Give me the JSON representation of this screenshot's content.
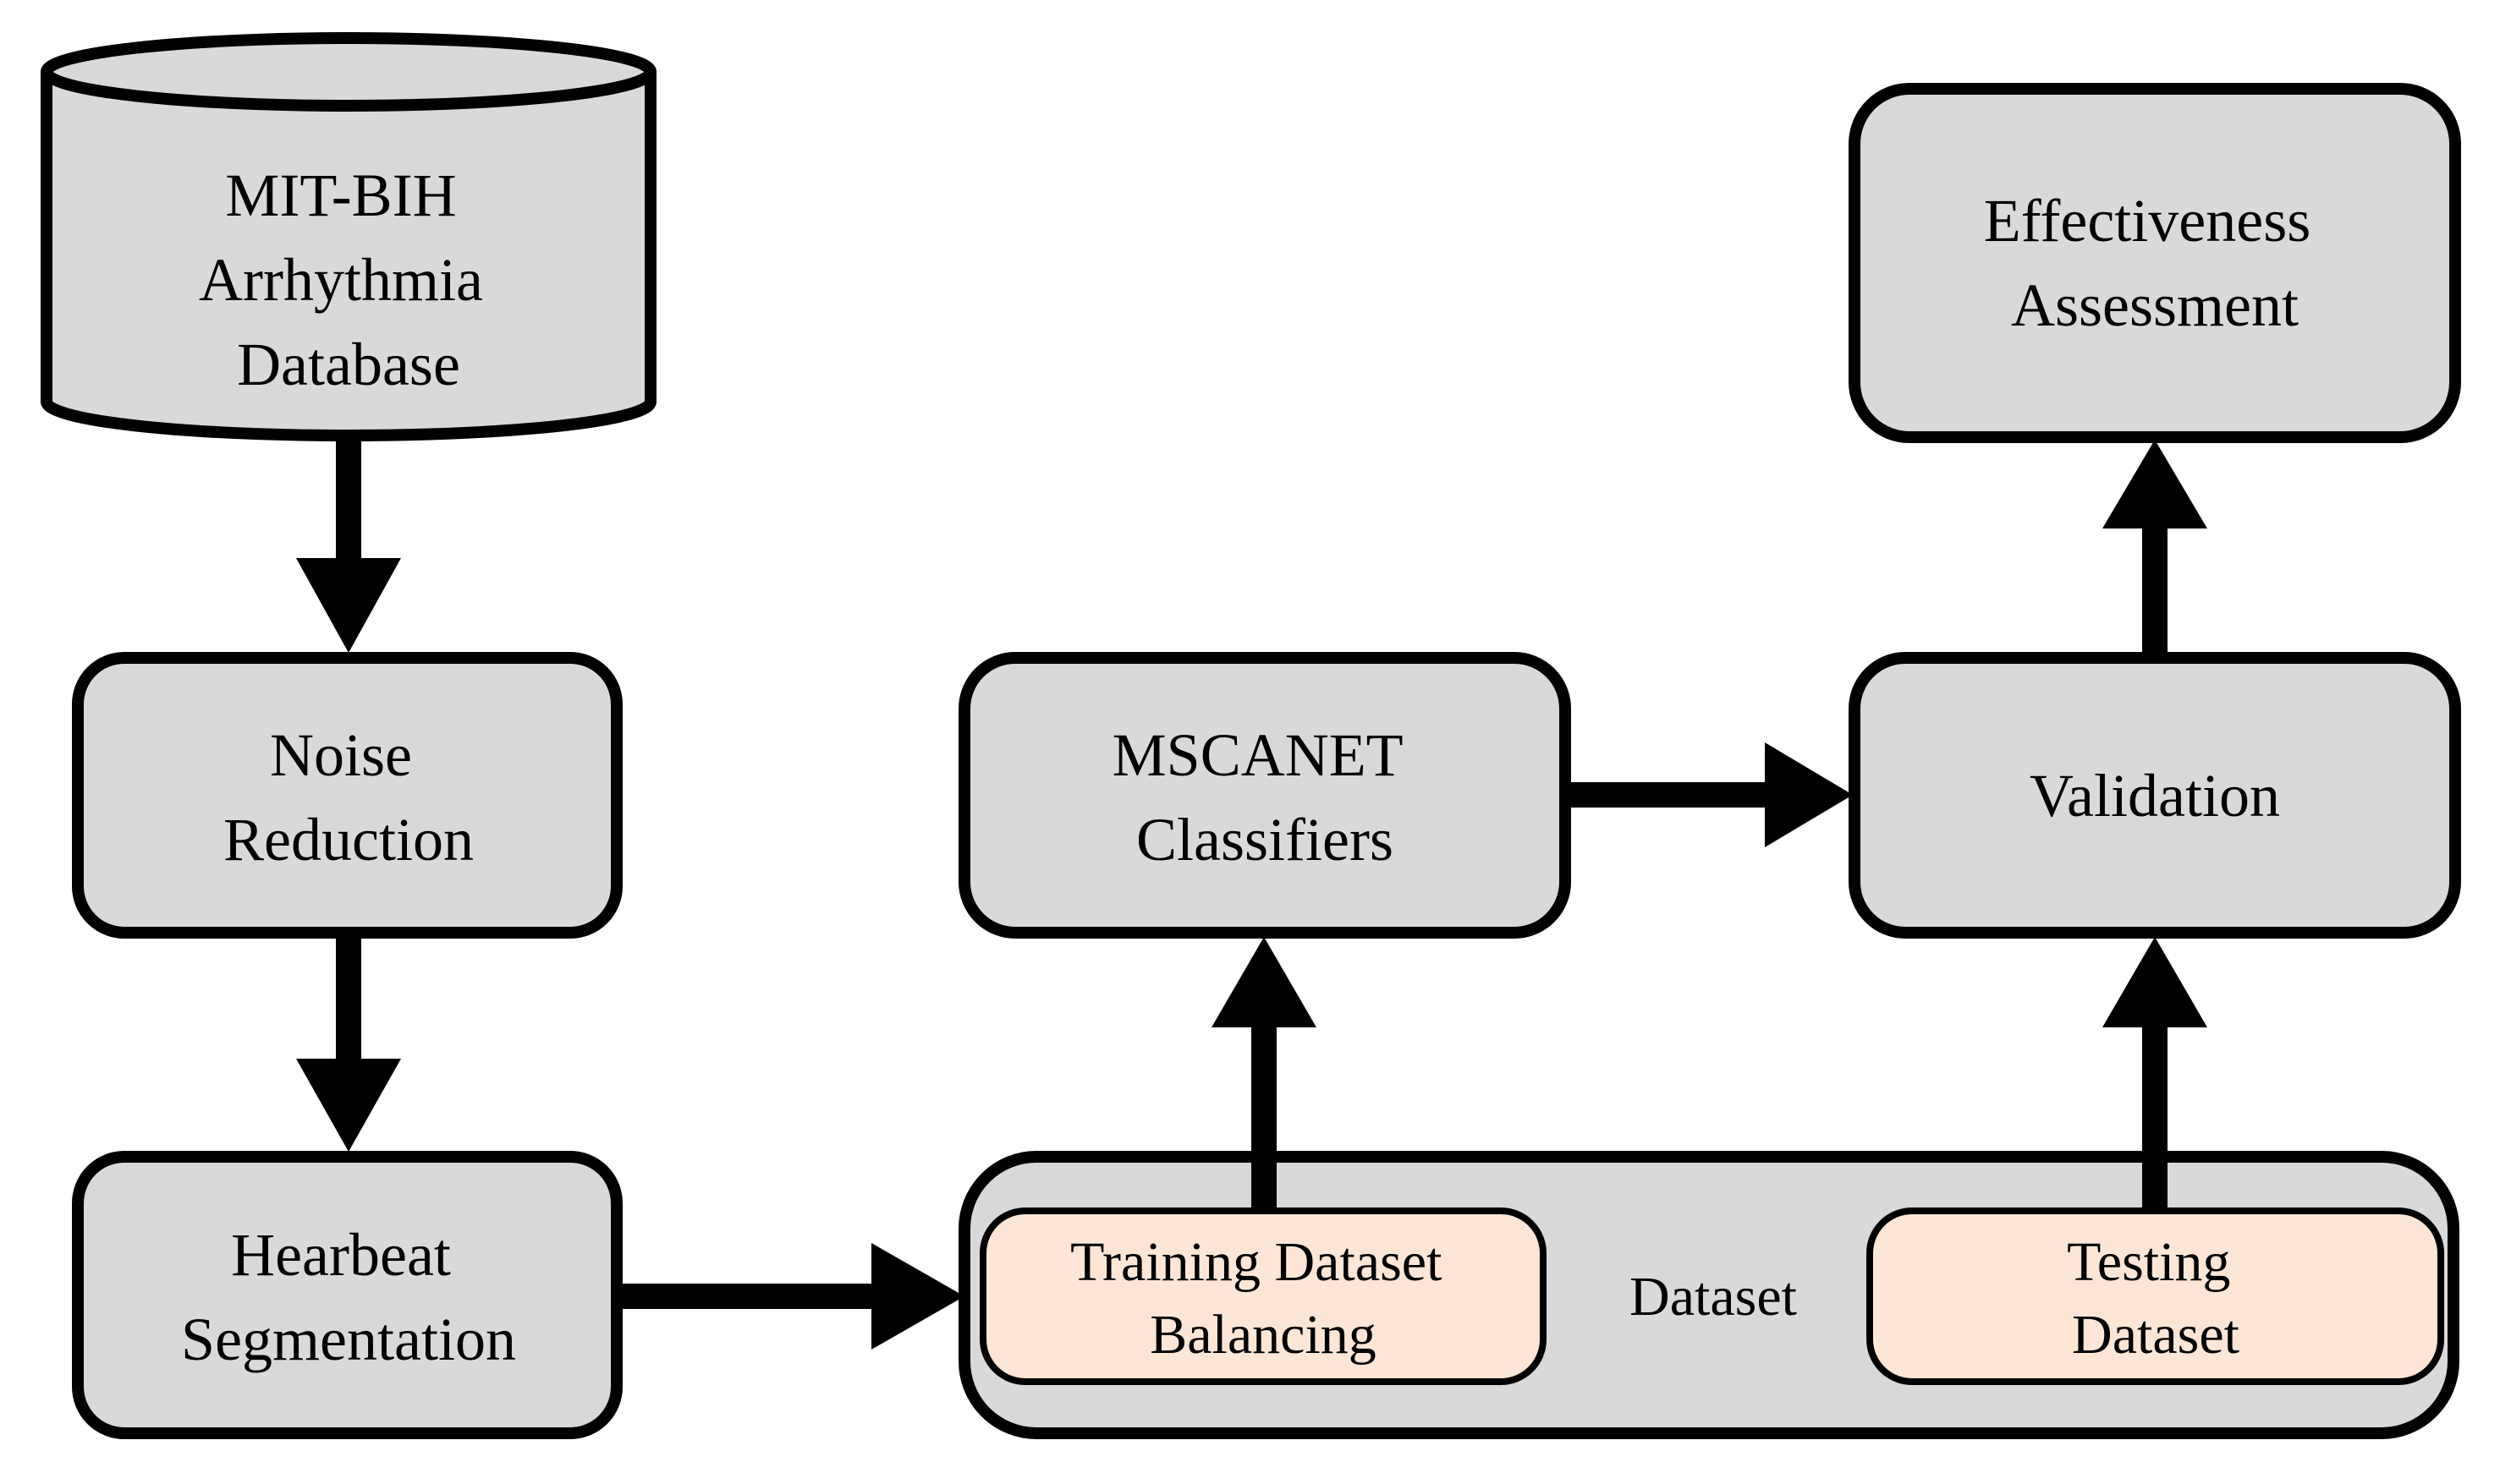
{
  "colors": {
    "box_fill": "#d9d9d9",
    "sub_box_fill": "#fde6d6",
    "stroke": "#000000",
    "background": "#ffffff"
  },
  "nodes": {
    "database": {
      "line1": "MIT-BIH",
      "line2": "Arrhythmia",
      "line3": "Database"
    },
    "noise": {
      "line1": "Noise",
      "line2": "Reduction"
    },
    "segmentation": {
      "line1": "Hearbeat",
      "line2": "Segmentation"
    },
    "dataset": {
      "label": "Dataset"
    },
    "training": {
      "line1": "Training Dataset",
      "line2": "Balancing"
    },
    "testing": {
      "line1": "Testing",
      "line2": "Dataset"
    },
    "classifiers": {
      "line1": "MSCANET",
      "line2": "Classifiers"
    },
    "validation": {
      "label": "Validation"
    },
    "effectiveness": {
      "line1": "Effectiveness",
      "line2": "Assessment"
    }
  }
}
